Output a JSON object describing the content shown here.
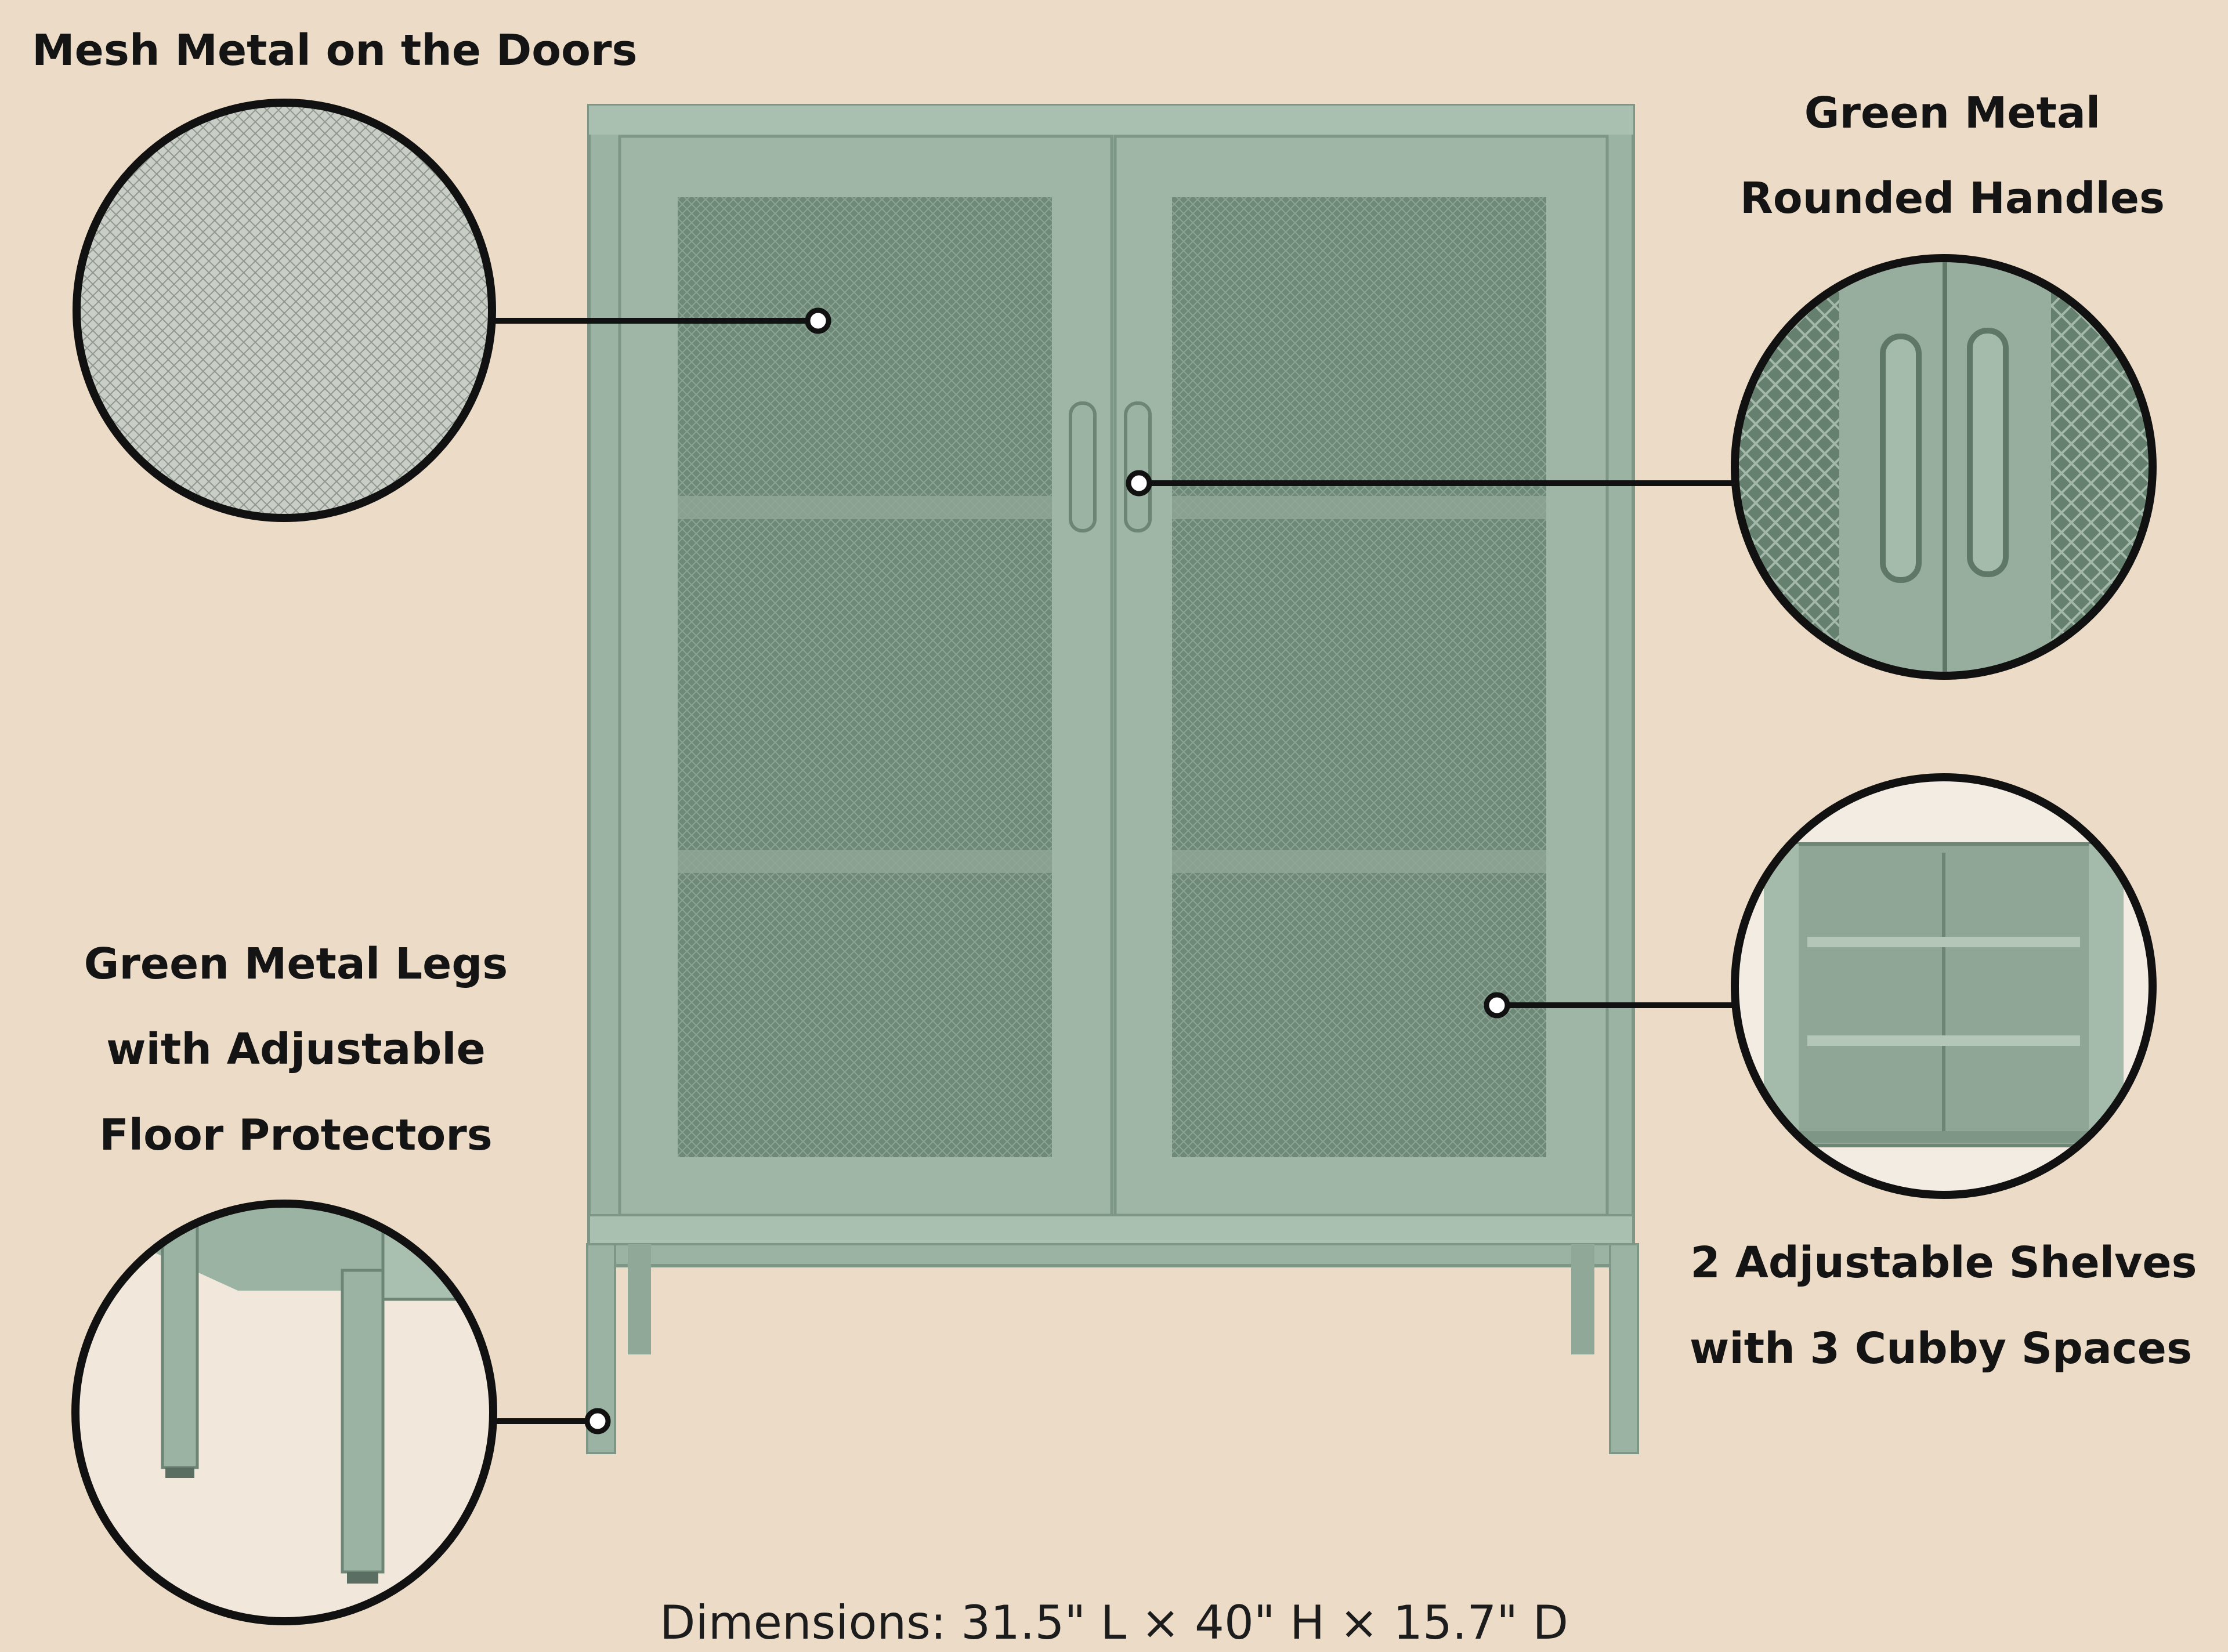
{
  "callouts": {
    "mesh": {
      "line1": "Mesh Metal on the Doors"
    },
    "handles": {
      "line1": "Green Metal",
      "line2": "Rounded Handles"
    },
    "legs": {
      "line1": "Green Metal Legs",
      "line2": "with Adjustable",
      "line3": "Floor Protectors"
    },
    "shelves": {
      "line1": "2 Adjustable Shelves",
      "line2": "with 3 Cubby Spaces"
    }
  },
  "dimensions": "Dimensions: 31.5\" L × 40\" H × 15.7\" D",
  "colors": {
    "background": "#ecdcc7",
    "cabinet": "#9bb3a3",
    "mesh": "#6f8979",
    "outline": "#141414"
  }
}
